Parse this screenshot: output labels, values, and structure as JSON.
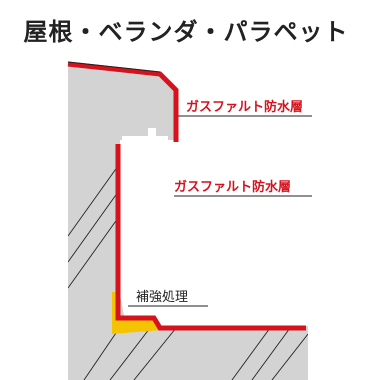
{
  "title": "屋根・ベランダ・パラペット",
  "labels": {
    "top": "ガスファルト防水層",
    "middle": "ガスファルト防水層",
    "reinforce": "補強処理"
  },
  "colors": {
    "membrane": "#d6121d",
    "reinforcement": "#f5c400",
    "concrete": "#d3d3d3",
    "hatch": "#222222",
    "text_dark": "#222222"
  }
}
